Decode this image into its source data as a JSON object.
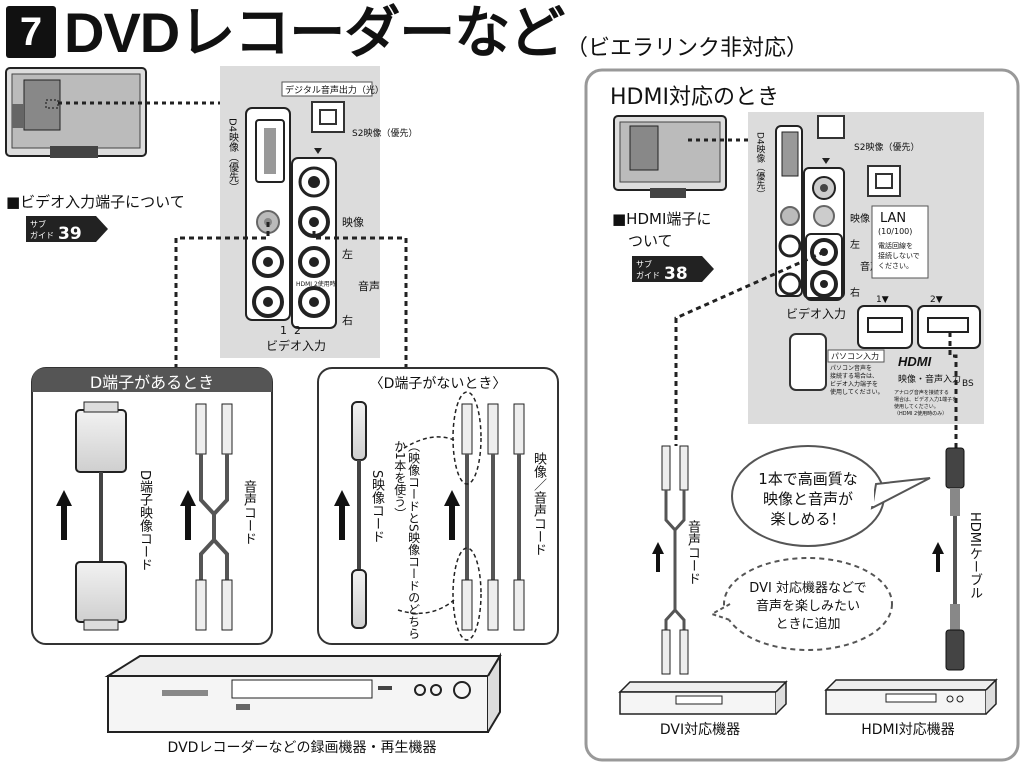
{
  "title": {
    "number": "7",
    "main": "DVDレコーダーなど",
    "sub": "（ビエラリンク非対応）"
  },
  "left": {
    "video_note": "■ビデオ入力端子について",
    "guide_badge": {
      "line1": "サブ",
      "line2": "ガイド",
      "page": "39"
    },
    "panel": {
      "digital_audio": "デジタル音声出力（光）",
      "d4": "D4映像（優先）",
      "s2": "S2映像（優先）",
      "video": "映像",
      "left": "左",
      "audio": "音声",
      "right": "右",
      "hdmi2": "HDMI 2使用時",
      "num1": "1",
      "num2": "2",
      "video_input": "ビデオ入力"
    },
    "box_d": {
      "header": "D端子があるとき",
      "cable1": "D端子映像コード",
      "cable2": "音声コード"
    },
    "box_nod": {
      "header": "〈D端子がないとき〉",
      "s_cable": "S映像コード",
      "note": "（映像コードとS映像コードのどちらか1本を使う）",
      "av_cable": "映像／音声コード"
    },
    "recorder_caption": "DVDレコーダーなどの録画機器・再生機器"
  },
  "right": {
    "title": "HDMI対応のとき",
    "hdmi_note_1": "■HDMI端子に",
    "hdmi_note_2": "ついて",
    "guide_badge": {
      "line1": "サブ",
      "line2": "ガイド",
      "page": "38"
    },
    "panel": {
      "d4": "D4映像（優先）",
      "s2": "S2映像（優先）",
      "video": "映像",
      "left": "左",
      "audio": "音声",
      "right": "右",
      "lan": "LAN",
      "lan_sub": "(10/100)",
      "lan_note": [
        "電話回線を",
        "接続しないで",
        "ください。"
      ],
      "num1": "1▼",
      "num2": "2▼",
      "video_input": "ビデオ入力",
      "pc_input": "パソコン入力",
      "pc_note": [
        "パソコン音声を",
        "接続する場合は、",
        "ビデオ入力端子を",
        "使用してください。"
      ],
      "hdmi_logo": "HDMI",
      "hdmi_av": "映像・音声入力",
      "hdmi_note": [
        "アナログ音声を接続する",
        "場合は、ビデオ入力1端子を",
        "使用してください。",
        "（HDMI 2使用時のみ）"
      ],
      "bs": "BS"
    },
    "audio_cord": "音声コード",
    "hdmi_cable": "HDMIケーブル",
    "bubble1": [
      "1本で高画質な",
      "映像と音声が",
      "楽しめる！"
    ],
    "bubble2": [
      "DVI 対応機器などで",
      "音声を楽しみたい",
      "ときに追加"
    ],
    "dvi_device": "DVI対応機器",
    "hdmi_device": "HDMI対応機器"
  }
}
